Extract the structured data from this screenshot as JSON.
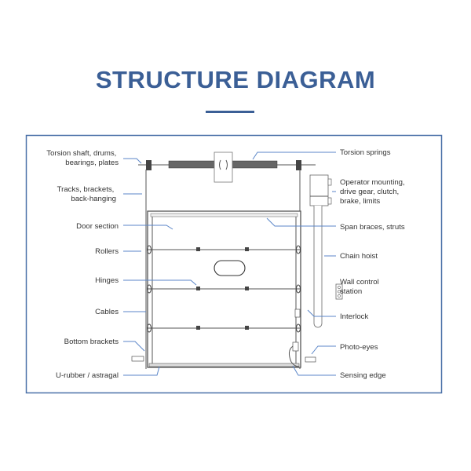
{
  "title": "STRUCTURE DIAGRAM",
  "accent_color": "#3b5f96",
  "labels_left": [
    {
      "lines": [
        "Torsion shaft, drums,",
        "bearings, plates"
      ]
    },
    {
      "lines": [
        "Tracks, brackets,",
        "back-hanging"
      ]
    },
    {
      "lines": [
        "Door section"
      ]
    },
    {
      "lines": [
        "Rollers"
      ]
    },
    {
      "lines": [
        "Hinges"
      ]
    },
    {
      "lines": [
        "Cables"
      ]
    },
    {
      "lines": [
        "Bottom brackets"
      ]
    },
    {
      "lines": [
        "U-rubber / astragal"
      ]
    }
  ],
  "labels_right": [
    {
      "lines": [
        "Torsion springs"
      ]
    },
    {
      "lines": [
        "Operator mounting,",
        "drive gear, clutch,",
        "brake, limits"
      ]
    },
    {
      "lines": [
        "Span braces, struts"
      ]
    },
    {
      "lines": [
        "Chain hoist"
      ]
    },
    {
      "lines": [
        "Wall control",
        "station"
      ]
    },
    {
      "lines": [
        "Interlock"
      ]
    },
    {
      "lines": [
        "Photo-eyes"
      ]
    },
    {
      "lines": [
        "Sensing edge"
      ]
    }
  ]
}
